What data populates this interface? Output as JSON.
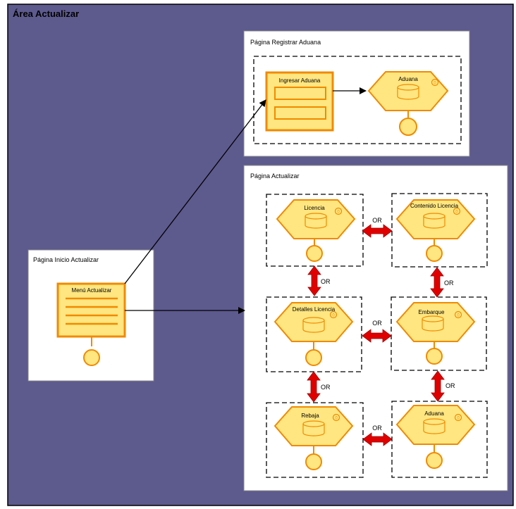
{
  "area": {
    "title": "Área Actualizar"
  },
  "pages": {
    "registrar": {
      "title": "Página Registrar Aduana"
    },
    "actualizar": {
      "title": "Página Actualizar"
    },
    "inicio": {
      "title": "Página Inicio Actualizar"
    }
  },
  "forms": {
    "ingresar_aduana": {
      "label": "Ingresar Aduana"
    },
    "menu_actualizar": {
      "label": "Menú Actualizar"
    }
  },
  "entities": {
    "aduana_registrar": {
      "label": "Aduana",
      "badge": "0"
    },
    "licencia": {
      "label": "Licencia",
      "badge": "0"
    },
    "contenido_licencia": {
      "label": "Contenido Licencia",
      "badge": "0"
    },
    "detalles_licencia": {
      "label": "Detalles Licencia",
      "badge": "0"
    },
    "embarque": {
      "label": "Embarque",
      "badge": "0"
    },
    "rebaja": {
      "label": "Rebaja",
      "badge": "0"
    },
    "aduana_actualizar": {
      "label": "Aduana",
      "badge": "0"
    }
  },
  "connectors": {
    "or_label": "OR"
  },
  "colors": {
    "area_fill": "#5d5a8e",
    "node_fill": "#ffe680",
    "node_stroke": "#f08a00",
    "arrow_red": "#e00000"
  }
}
